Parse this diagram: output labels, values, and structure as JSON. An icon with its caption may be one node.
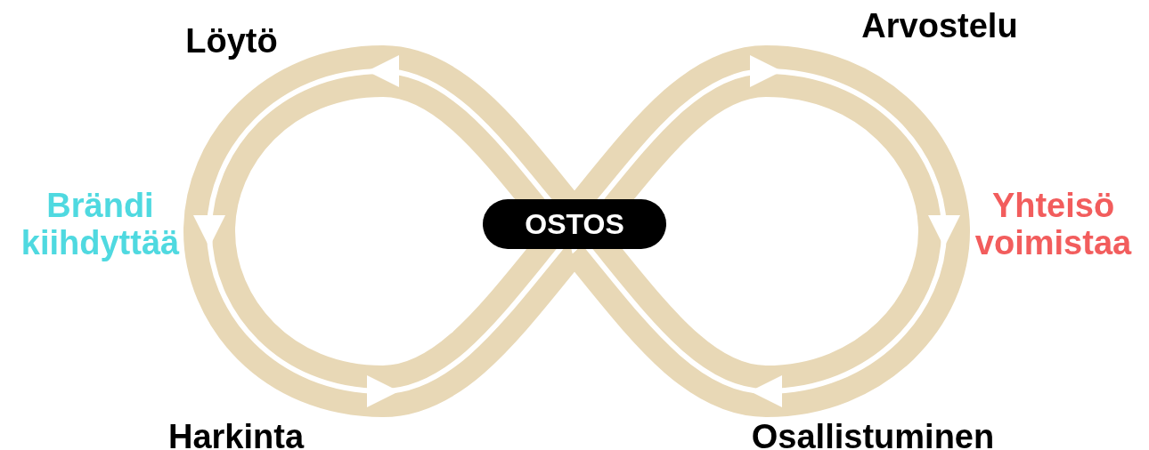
{
  "diagram": {
    "nodes": [
      {
        "text": [
          "OSTOS"
        ]
      }
    ],
    "labels": [
      "Löytö",
      "Arvostelu",
      "Brändi kiihdyttää",
      "Yhteisö voimistaa",
      "Harkinta",
      "Osallistuminen"
    ]
  }
}
